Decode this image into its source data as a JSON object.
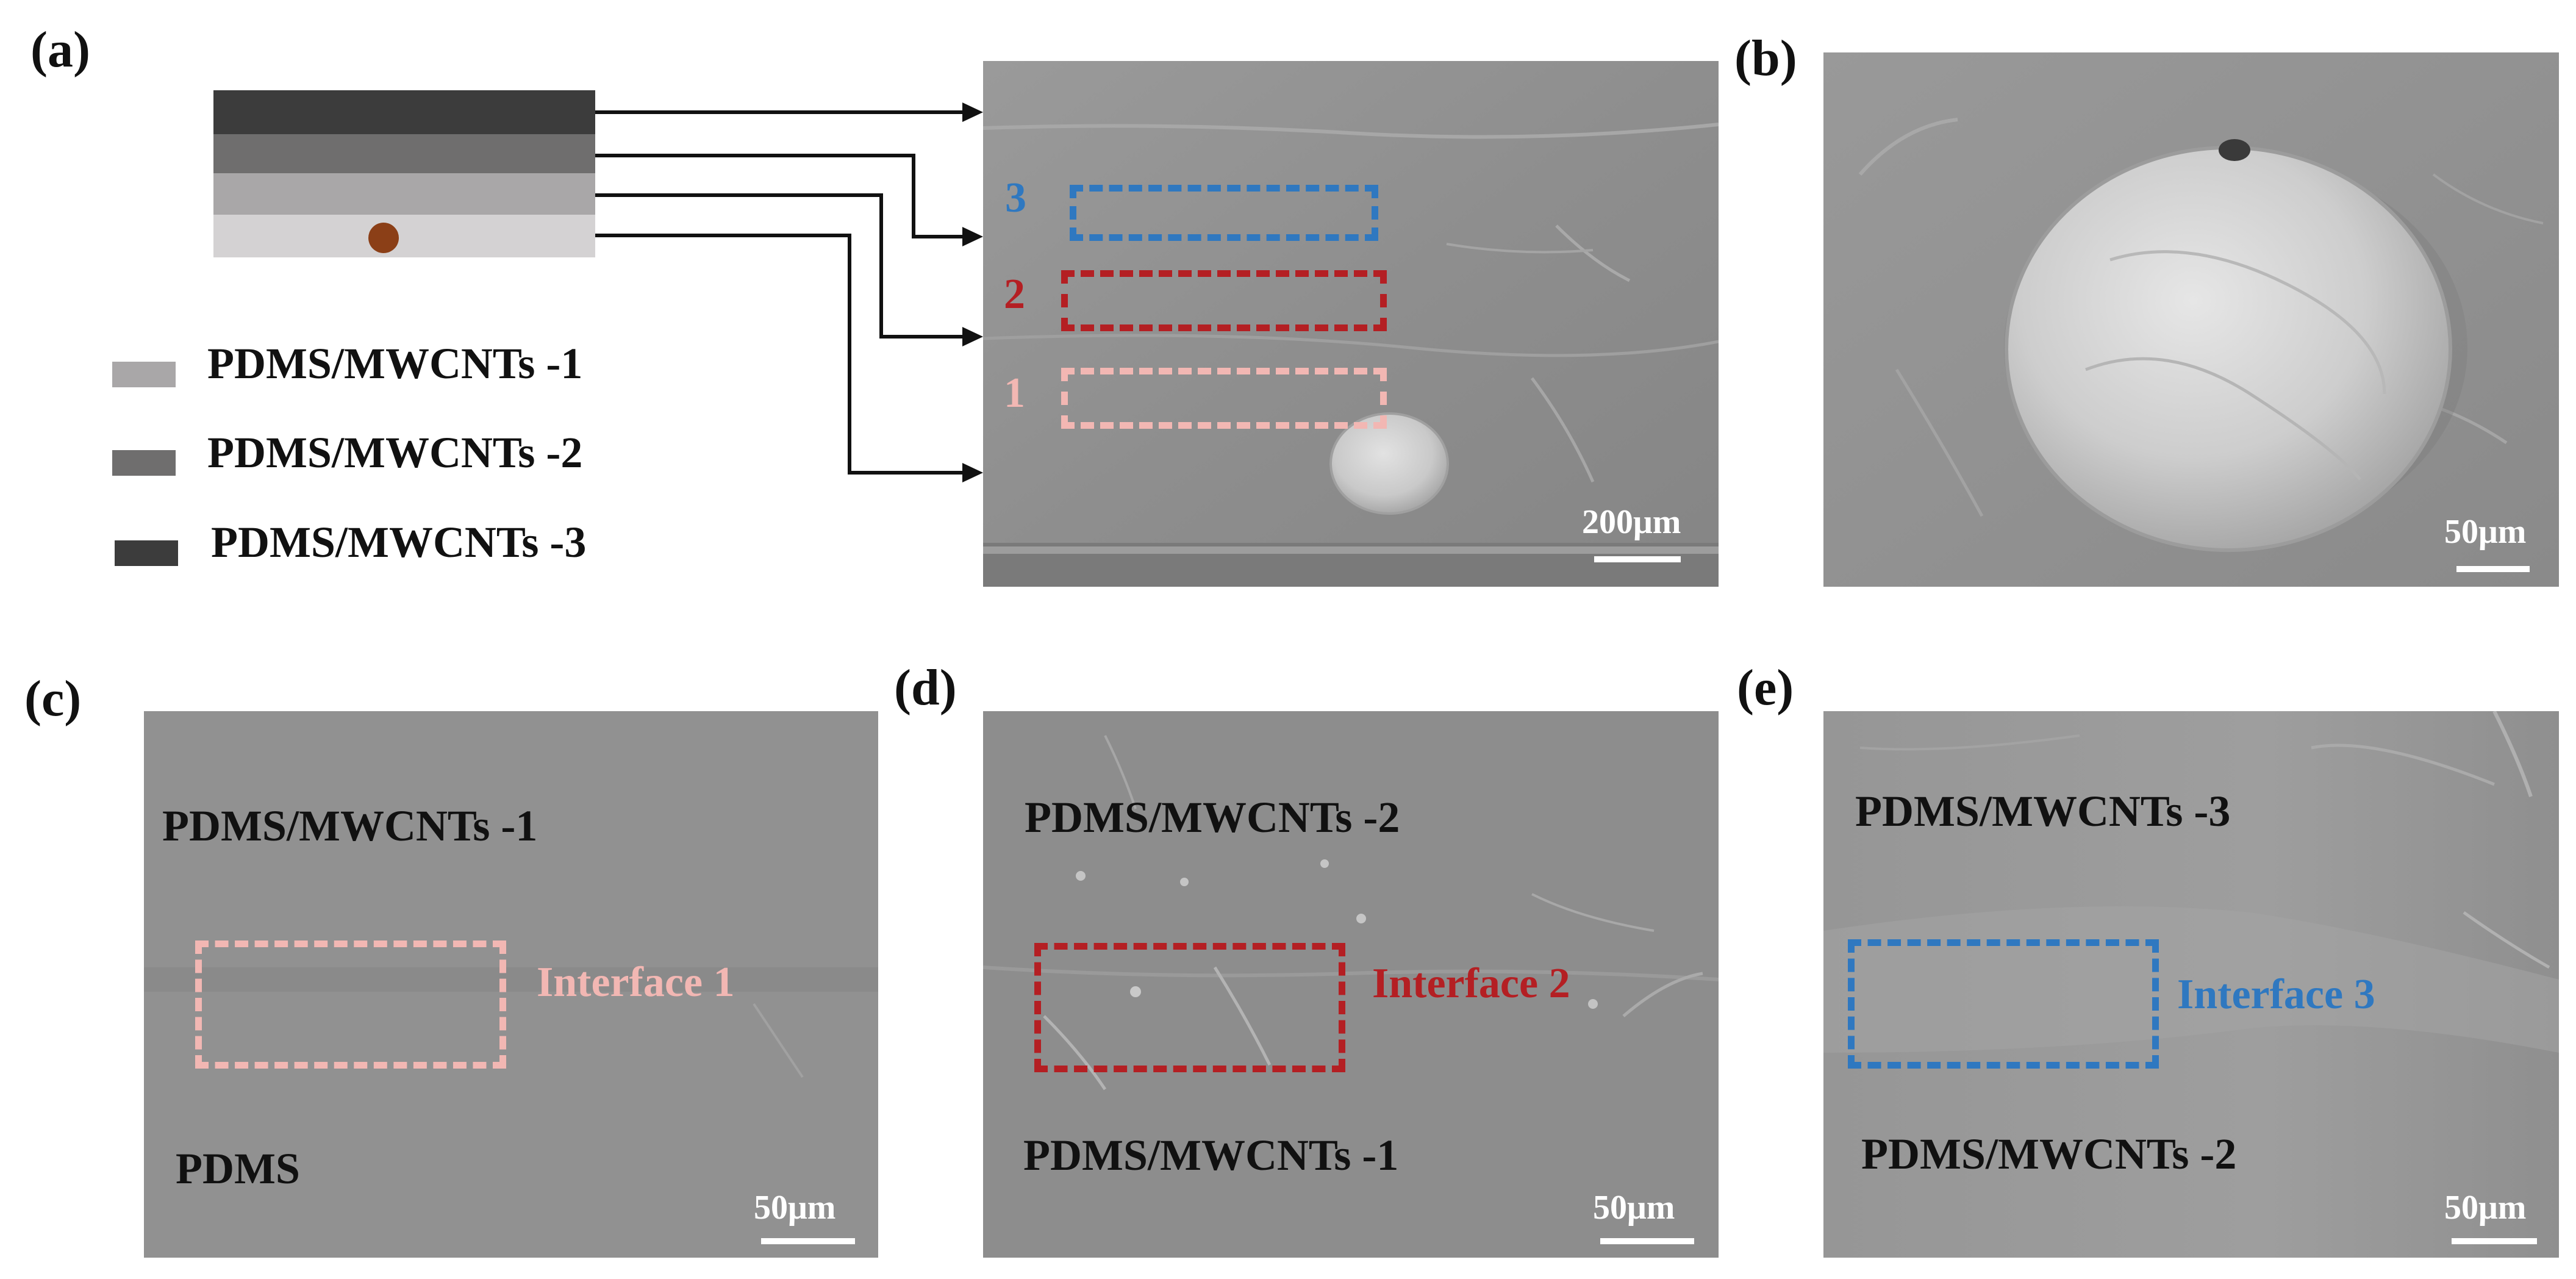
{
  "colors": {
    "layer_1": "#d4d2d3",
    "layer_2": "#a9a7a8",
    "layer_3": "#6f6e6e",
    "layer_top": "#3c3c3c",
    "particle": "#8b3f17",
    "interface_1": "#f2b7b3",
    "interface_2": "#b41f23",
    "interface_3": "#2f78c0",
    "sem_gray": "#8c8c8c"
  },
  "panel_a": {
    "letter": "(a)",
    "legend": [
      {
        "label": "PDMS/MWCNTs -1",
        "color": "#a9a7a8"
      },
      {
        "label": "PDMS/MWCNTs -2",
        "color": "#6f6e6e"
      },
      {
        "label": "PDMS/MWCNTs -3",
        "color": "#3c3c3c"
      }
    ],
    "box_numbers": [
      "3",
      "2",
      "1"
    ],
    "scale": "200μm"
  },
  "panel_b": {
    "letter": "(b)",
    "scale": "50μm"
  },
  "panel_c": {
    "letter": "(c)",
    "top_label": "PDMS/MWCNTs -1",
    "bottom_label": "PDMS",
    "interface_label": "Interface 1",
    "scale": "50μm"
  },
  "panel_d": {
    "letter": "(d)",
    "top_label": "PDMS/MWCNTs -2",
    "bottom_label": "PDMS/MWCNTs -1",
    "interface_label": "Interface 2",
    "scale": "50μm"
  },
  "panel_e": {
    "letter": "(e)",
    "top_label": "PDMS/MWCNTs -3",
    "bottom_label": "PDMS/MWCNTs -2",
    "interface_label": "Interface 3",
    "scale": "50μm"
  }
}
